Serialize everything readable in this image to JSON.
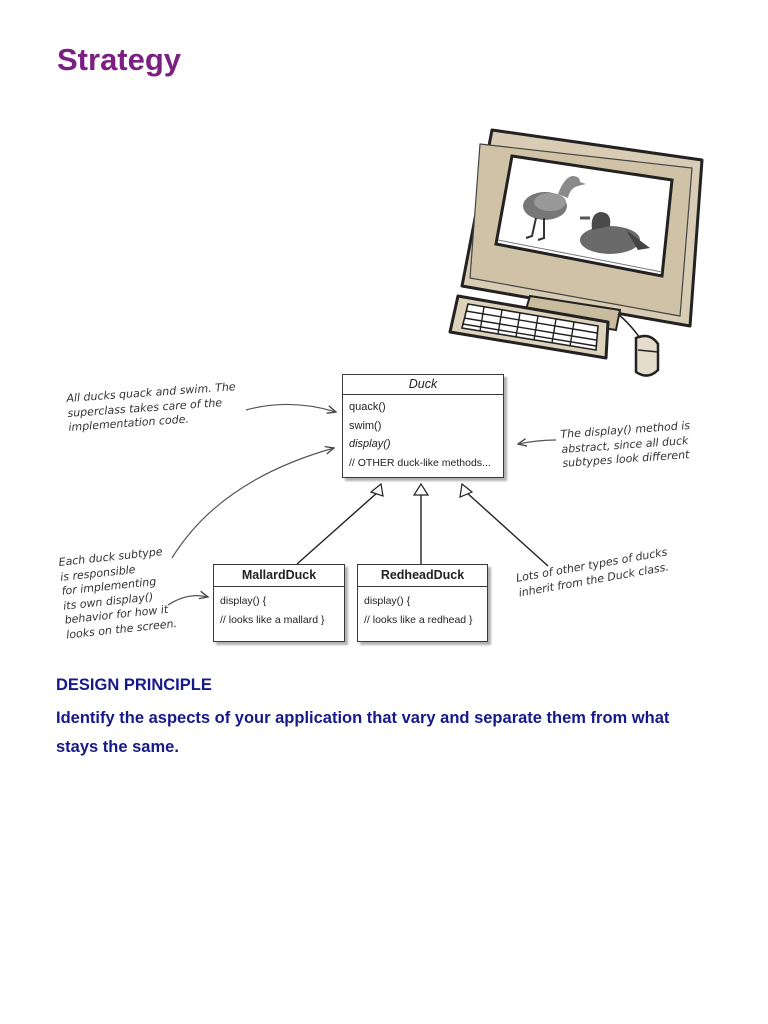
{
  "page": {
    "title": "Strategy"
  },
  "uml": {
    "duck": {
      "name": "Duck",
      "methods": [
        "quack()",
        "swim()",
        "display()",
        "// OTHER duck-like methods..."
      ]
    },
    "mallard": {
      "name": "MallardDuck",
      "methods": [
        "display() {",
        "// looks like a mallard }"
      ]
    },
    "redhead": {
      "name": "RedheadDuck",
      "methods": [
        "display() {",
        "// looks like a redhead }"
      ]
    }
  },
  "notes": {
    "superclass": [
      "All ducks quack and swim. The",
      "superclass takes care of the",
      "implementation code."
    ],
    "display_abstract": [
      "The display() method is",
      "abstract, since all duck",
      "subtypes look different"
    ],
    "subtype": [
      "Each duck subtype",
      "is responsible",
      "for implementing",
      "its own display()",
      "behavior for how it",
      "looks on the screen."
    ],
    "others": [
      "Lots of other types of ducks",
      "inherit from the Duck class."
    ]
  },
  "principle": {
    "heading": "DESIGN PRINCIPLE",
    "text": "Identify the aspects of your application that vary and separate them from what stays the same."
  },
  "colors": {
    "title": "#7b1f82",
    "principle": "#16198a"
  }
}
